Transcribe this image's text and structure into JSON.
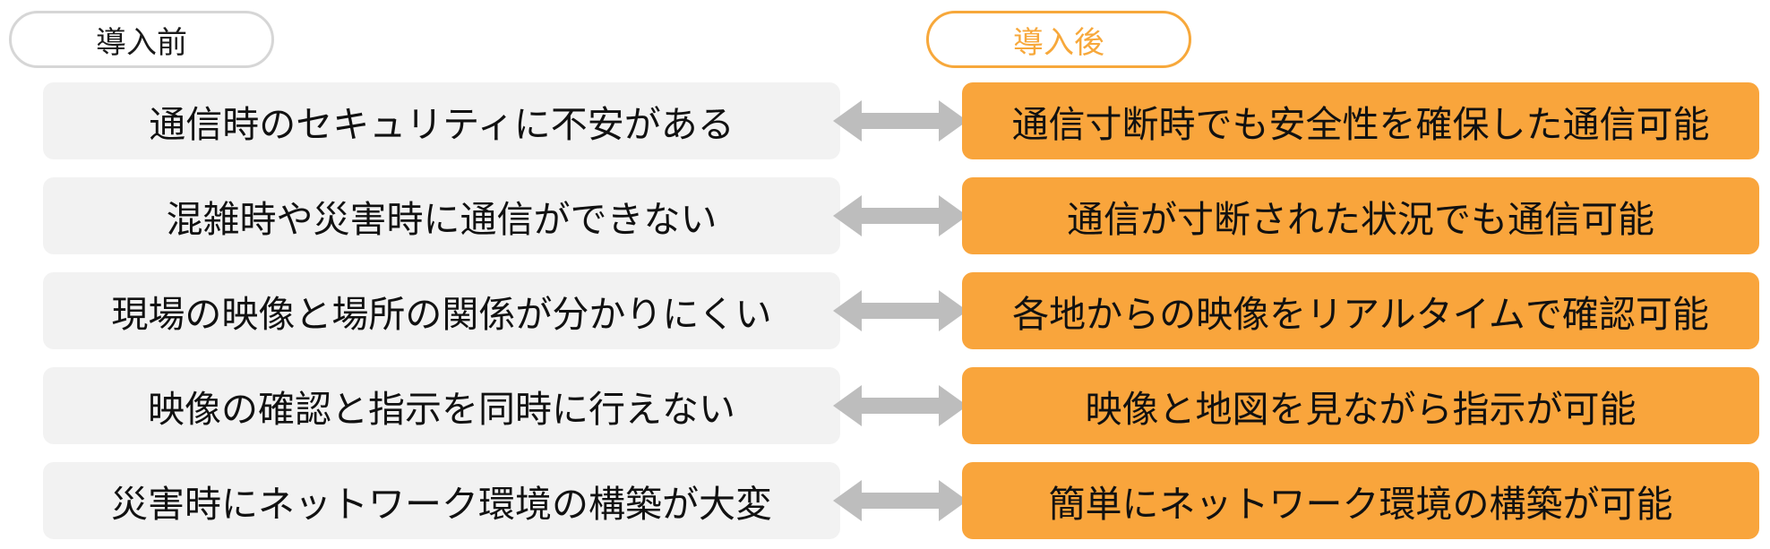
{
  "header": {
    "before_label": "導入前",
    "after_label": "導入後"
  },
  "colors": {
    "before_box": "#f2f2f2",
    "after_box": "#f9a53c",
    "after_pill_border": "#f7a83b",
    "before_pill_border": "#d6d6d6",
    "arrow": "#bdbdbd"
  },
  "rows": [
    {
      "before": "通信時のセキュリティに不安がある",
      "after": "通信寸断時でも安全性を確保した通信可能"
    },
    {
      "before": "混雑時や災害時に通信ができない",
      "after": "通信が寸断された状況でも通信可能"
    },
    {
      "before": "現場の映像と場所の関係が分かりにくい",
      "after": "各地からの映像をリアルタイムで確認可能"
    },
    {
      "before": "映像の確認と指示を同時に行えない",
      "after": "映像と地図を見ながら指示が可能"
    },
    {
      "before": "災害時にネットワーク環境の構築が大変",
      "after": "簡単にネットワーク環境の構築が可能"
    }
  ]
}
